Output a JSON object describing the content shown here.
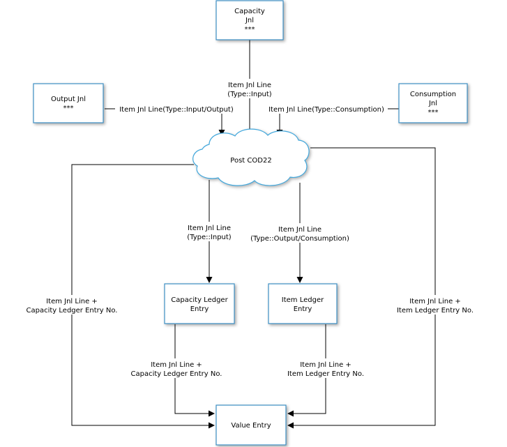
{
  "nodes": {
    "capacity_jnl": {
      "line1": "Capacity",
      "line2": "Jnl",
      "line3": "***"
    },
    "output_jnl": {
      "line1": "Output Jnl",
      "line2": "***"
    },
    "consumption_jnl": {
      "line1": "Consumption",
      "line2": "Jnl",
      "line3": "***"
    },
    "post_cod22": {
      "label": "Post COD22"
    },
    "capacity_ledger_entry": {
      "line1": "Capacity Ledger",
      "line2": "Entry"
    },
    "item_ledger_entry": {
      "line1": "Item Ledger",
      "line2": "Entry"
    },
    "value_entry": {
      "label": "Value Entry"
    }
  },
  "edges": {
    "capacity_to_post": {
      "line1": "Item Jnl Line",
      "line2": "(Type::Input)"
    },
    "output_to_post": {
      "label": "Item Jnl Line(Type::Input/Output)"
    },
    "consumption_to_post": {
      "label": "Item Jnl Line(Type::Consumption)"
    },
    "post_to_capacity_ledger": {
      "line1": "Item Jnl Line",
      "line2": "(Type::Input)"
    },
    "post_to_item_ledger": {
      "line1": "Item Jnl Line",
      "line2": "(Type::Output/Consumption)"
    },
    "post_to_value_left": {
      "line1": "Item Jnl Line +",
      "line2": "Capacity Ledger Entry No."
    },
    "post_to_value_right": {
      "line1": "Item Jnl Line +",
      "line2": "Item Ledger Entry No."
    },
    "capacity_ledger_to_value": {
      "line1": "Item Jnl Line +",
      "line2": "Capacity Ledger Entry No."
    },
    "item_ledger_to_value": {
      "line1": "Item Jnl Line +",
      "line2": "Item Ledger Entry No."
    }
  }
}
